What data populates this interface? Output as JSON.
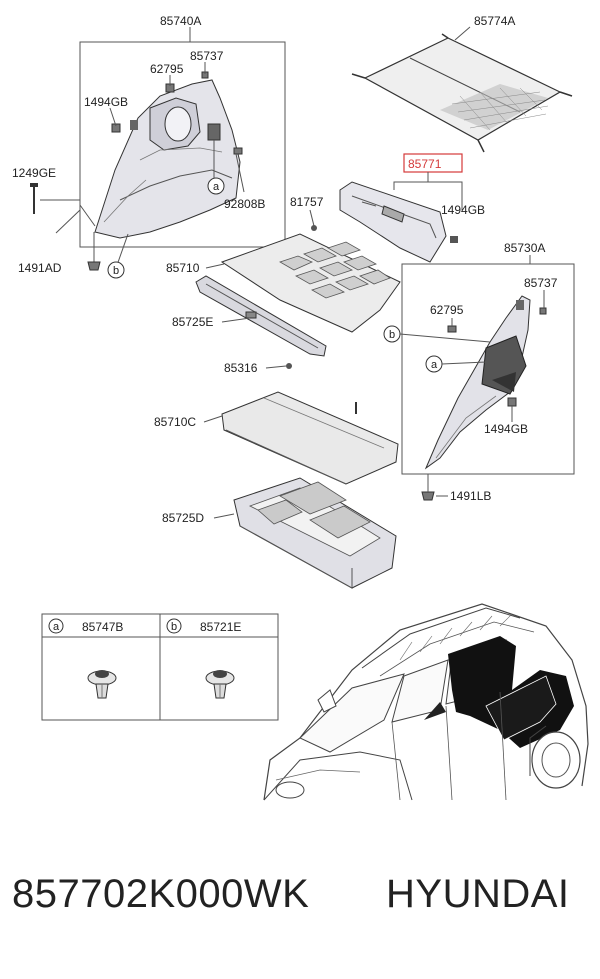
{
  "diagram": {
    "labels": {
      "p85740A": "85740A",
      "p85737_top": "85737",
      "p62795_top": "62795",
      "p1494GB_top": "1494GB",
      "p1249GE": "1249GE",
      "p92808B": "92808B",
      "p1491AD": "1491AD",
      "p85774A": "85774A",
      "p85771": "85771",
      "p81757": "81757",
      "p1494GB_mid": "1494GB",
      "p85710": "85710",
      "p85730A": "85730A",
      "p85737_right": "85737",
      "p62795_right": "62795",
      "p85725E": "85725E",
      "p85316": "85316",
      "p1494GB_right": "1494GB",
      "p85710C": "85710C",
      "p1491LB": "1491LB",
      "p85725D": "85725D"
    },
    "callouts": {
      "a": "a",
      "b": "b"
    },
    "legend": {
      "a_letter": "a",
      "a_part": "85747B",
      "b_letter": "b",
      "b_part": "85721E"
    },
    "highlight_color": "#d43a3a"
  },
  "footer": {
    "part_number": "857702K000WK",
    "brand": "HYUNDAI"
  }
}
